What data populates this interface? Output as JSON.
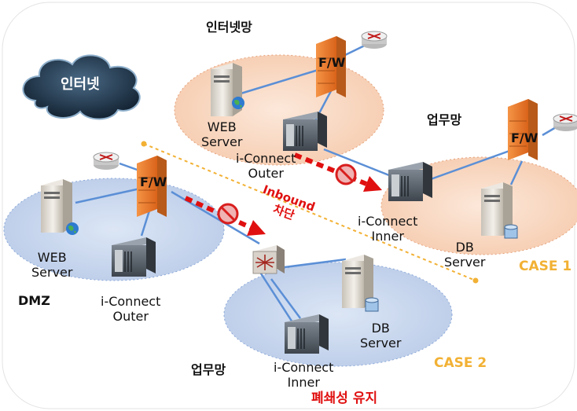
{
  "labels": {
    "internet_zone": "인터넷망",
    "internet_cloud": "인터넷",
    "work_zone_case1": "업무망",
    "dmz": "DMZ",
    "work_zone_case2": "업무망",
    "web_server_top": [
      "WEB",
      "Server"
    ],
    "fw_top": "F/W",
    "fw_right": "F/W",
    "fw_dmz": "F/W",
    "iconnect_outer_top": [
      "i-Connect",
      "Outer"
    ],
    "iconnect_inner_top": [
      "i-Connect",
      "Inner"
    ],
    "db_server_top": [
      "DB",
      "Server"
    ],
    "web_server_dmz": [
      "WEB",
      "Server"
    ],
    "iconnect_outer_dmz": [
      "i-Connect",
      "Outer"
    ],
    "db_server_case2": [
      "DB",
      "Server"
    ],
    "iconnect_inner_case2": [
      "i-Connect",
      "Inner"
    ],
    "inbound_block": [
      "Inbound",
      "차단"
    ],
    "case1": "CASE 1",
    "case2": "CASE 2",
    "closedness": "폐쇄성 유지"
  },
  "colors": {
    "zone_orange": "#f8d5bd",
    "zone_blue": "#c9d8ee",
    "firewall": "#ee7d2e",
    "link": "#5b8fd6",
    "blocked_arrow": "#e01010",
    "case_label": "#f2b134",
    "cloud": "#1e3347"
  },
  "icons": [
    "cloud-icon",
    "router-icon",
    "firewall-icon",
    "server-tower-icon",
    "rack-server-icon",
    "switch-icon",
    "prohibited-icon",
    "globe-icon",
    "database-icon"
  ]
}
